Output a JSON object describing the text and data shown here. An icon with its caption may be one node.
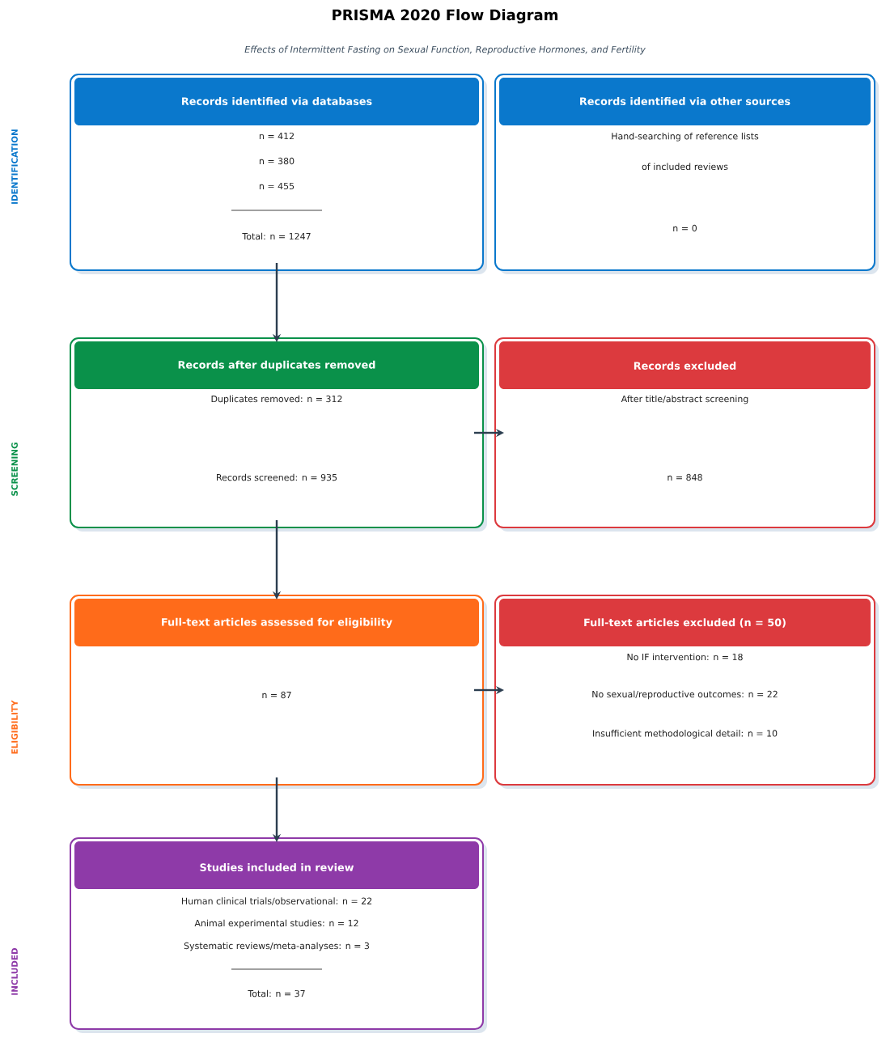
{
  "diagram": {
    "title": "PRISMA 2020 Flow Diagram",
    "nodes": [
      {
        "text": [
          "Records identified via databases",
          "n = 412",
          "n = 380",
          "n = 455",
          "Total: n = 1247"
        ]
      },
      {
        "text": [
          "Records identified via other sources",
          "Hand-searching of reference lists of included reviews",
          "n = 0"
        ]
      },
      {
        "text": [
          "Records after duplicates removed",
          "Duplicates removed: n = 312",
          "Records screened: n = 935"
        ]
      },
      {
        "text": [
          "Records excluded",
          "After title/abstract screening",
          "n = 848"
        ]
      },
      {
        "text": [
          "Full-text articles assessed for eligibility",
          "n = 87"
        ]
      },
      {
        "text": [
          "Full-text articles excluded (n = 50)",
          "No IF intervention: n = 18",
          "No sexual/reproductive outcomes: n = 22",
          "Insufficient methodological detail: n = 10"
        ]
      },
      {
        "text": [
          "Studies included in review",
          "Human clinical trials/observational: n = 22",
          "Animal experimental studies: n = 12",
          "Systematic reviews/meta-analyses: n = 3",
          "Total: n = 37"
        ]
      }
    ],
    "edges": [
      {
        "from": 0,
        "to": 2,
        "arrow": "to"
      },
      {
        "from": 2,
        "to": 3,
        "arrow": "to"
      },
      {
        "from": 2,
        "to": 4,
        "arrow": "to"
      },
      {
        "from": 4,
        "to": 5,
        "arrow": "to"
      },
      {
        "from": 4,
        "to": 6,
        "arrow": "to"
      }
    ],
    "labels": [
      "Effects of Intermittent Fasting on Sexual Function, Reproductive Hormones, and Fertility",
      "IDENTIFICATION",
      "SCREENING",
      "ELIGIBILITY",
      "INCLUDED"
    ]
  }
}
